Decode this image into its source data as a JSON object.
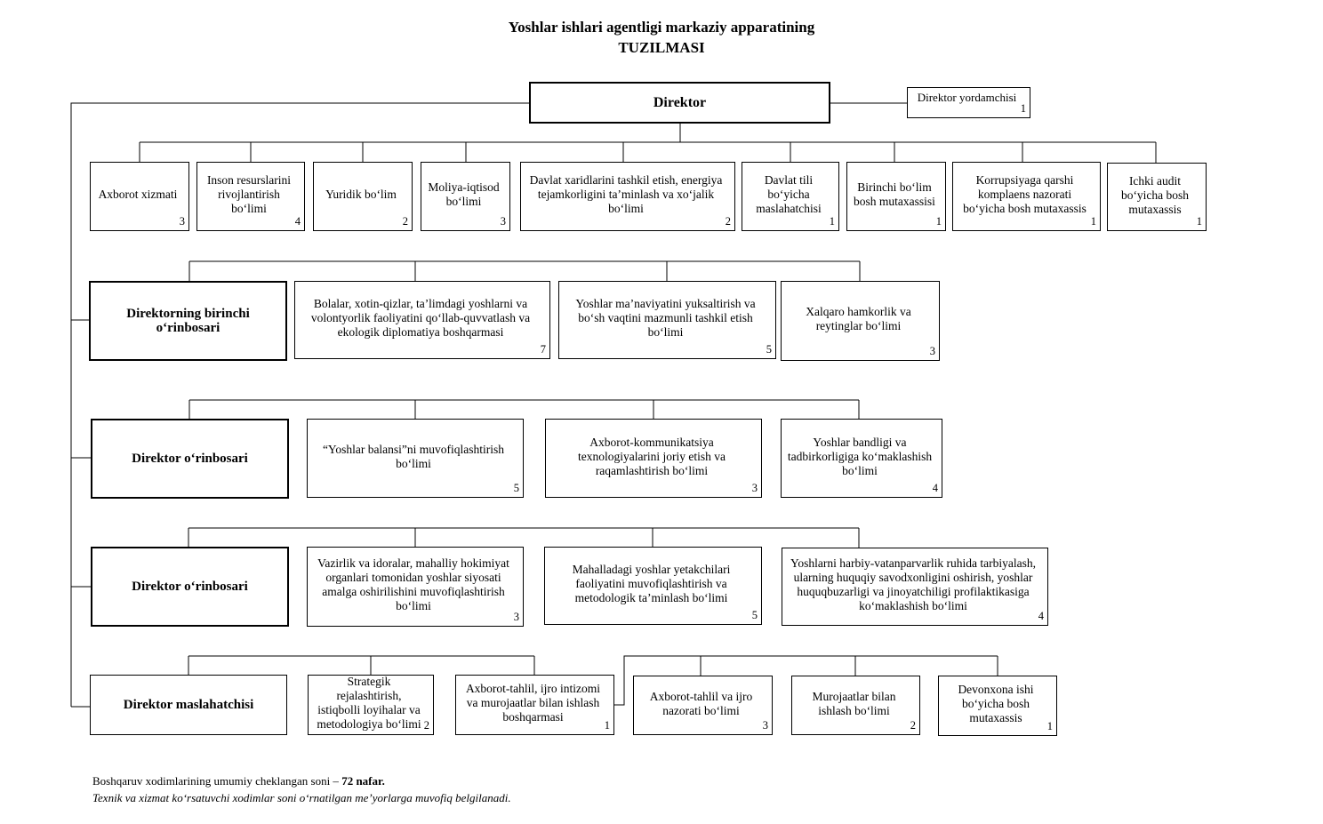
{
  "title": {
    "line1": "Yoshlar ishlari agentligi markaziy apparatining",
    "line2": "TUZILMASI"
  },
  "director": {
    "label": "Direktor"
  },
  "assistant": {
    "label": "Direktor yordamchisi",
    "count": "1"
  },
  "top_units": [
    {
      "label": "Axborot xizmati",
      "count": "3"
    },
    {
      "label": "Inson resurslarini rivojlantirish bo‘limi",
      "count": "4"
    },
    {
      "label": "Yuridik bo‘lim",
      "count": "2"
    },
    {
      "label": "Moliya-iqtisod bo‘limi",
      "count": "3"
    },
    {
      "label": "Davlat xaridlarini tashkil etish, energiya tejamkorligini ta’minlash va xo‘jalik bo‘limi",
      "count": "2"
    },
    {
      "label": "Davlat tili bo‘yicha maslahatchisi",
      "count": "1"
    },
    {
      "label": "Birinchi bo‘lim bosh mutaxassisi",
      "count": "1"
    },
    {
      "label": "Korrupsiyaga qarshi komplaens nazorati bo‘yicha bosh mutaxassis",
      "count": "1"
    },
    {
      "label": "Ichki audit bo‘yicha bosh mutaxassis",
      "count": "1"
    }
  ],
  "rows": [
    {
      "head": "Direktorning birinchi o‘rinbosari",
      "units": [
        {
          "label": "Bolalar, xotin-qizlar, ta’limdagi yoshlarni va volontyorlik faoliyatini qo‘llab-quvvatlash va ekologik diplomatiya boshqarmasi",
          "count": "7"
        },
        {
          "label": "Yoshlar ma’naviyatini yuksaltirish va bo‘sh vaqtini mazmunli tashkil etish bo‘limi",
          "count": "5"
        },
        {
          "label": "Xalqaro hamkorlik va reytinglar bo‘limi",
          "count": "3"
        }
      ]
    },
    {
      "head": "Direktor o‘rinbosari",
      "units": [
        {
          "label": "“Yoshlar balansi”ni muvofiqlashtirish bo‘limi",
          "count": "5"
        },
        {
          "label": "Axborot-kommunikatsiya texnologiyalarini joriy etish va raqamlashtirish bo‘limi",
          "count": "3"
        },
        {
          "label": "Yoshlar bandligi va tadbirkorligiga ko‘maklashish bo‘limi",
          "count": "4"
        }
      ]
    },
    {
      "head": "Direktor o‘rinbosari",
      "units": [
        {
          "label": "Vazirlik va idoralar, mahalliy hokimiyat organlari tomonidan yoshlar siyosati amalga oshirilishini muvofiqlashtirish bo‘limi",
          "count": "3"
        },
        {
          "label": "Mahalladagi yoshlar yetakchilari faoliyatini muvofiqlashtirish va metodologik ta’minlash bo‘limi",
          "count": "5"
        },
        {
          "label": "Yoshlarni harbiy-vatanparvarlik ruhida tarbiyalash, ularning huquqiy savodxonligini oshirish, yoshlar huquqbuzarligi va jinoyatchiligi profilaktikasiga ko‘maklashish bo‘limi",
          "count": "4"
        }
      ]
    },
    {
      "head": "Direktor maslahatchisi",
      "units": [
        {
          "label": "Strategik rejalashtirish, istiqbolli loyihalar va metodologiya bo‘limi",
          "count": "2"
        },
        {
          "label": "Axborot-tahlil, ijro intizomi va murojaatlar bilan ishlash boshqarmasi",
          "count": "1"
        },
        {
          "label": "Axborot-tahlil va ijro nazorati bo‘limi",
          "count": "3"
        },
        {
          "label": "Murojaatlar bilan ishlash bo‘limi",
          "count": "2"
        },
        {
          "label": "Devonxona ishi bo‘yicha bosh mutaxassis",
          "count": "1"
        }
      ]
    }
  ],
  "footer": {
    "prefix": "Boshqaruv xodimlarining umumiy cheklangan soni – ",
    "total": "72 nafar.",
    "note": "Texnik va xizmat ko‘rsatuvchi xodimlar soni o‘rnatilgan me’yorlarga muvofiq belgilanadi."
  }
}
